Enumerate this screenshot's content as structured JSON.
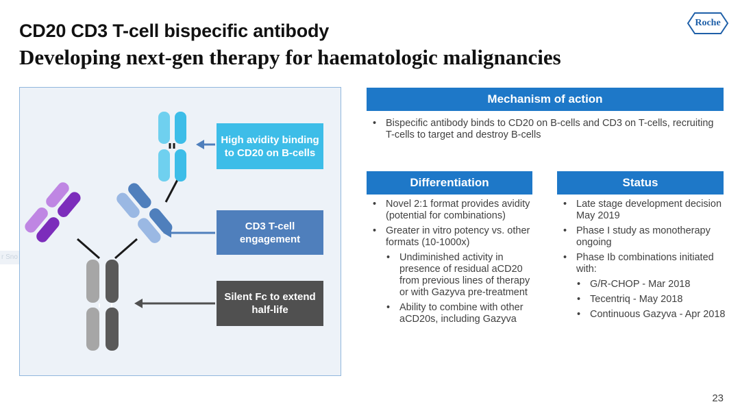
{
  "slide": {
    "title": "CD20 CD3 T-cell bispecific antibody",
    "subtitle": "Developing next-gen therapy for haematologic malignancies",
    "logo_text": "Roche",
    "page_number": "23"
  },
  "diagram": {
    "callouts": [
      {
        "text": "High avidity binding to CD20 on B-cells",
        "color": "#3dbde8"
      },
      {
        "text": "CD3 T-cell engagement",
        "color": "#4f7fbc"
      },
      {
        "text": "Silent Fc to extend half-life",
        "color": "#505050"
      }
    ],
    "ghost_text": "r Sno"
  },
  "mechanism": {
    "header": "Mechanism of action",
    "bullets": [
      "Bispecific antibody binds to CD20 on B-cells and CD3 on T-cells, recruiting T-cells to target and destroy B-cells"
    ]
  },
  "differentiation": {
    "header": "Differentiation",
    "bullets": [
      "Novel 2:1 format provides avidity (potential for combinations)",
      "Greater in vitro potency vs. other formats (10-1000x)",
      "Undiminished activity in presence of residual aCD20 from previous lines of therapy or with Gazyva pre-treatment",
      "Ability to combine with other aCD20s, including Gazyva"
    ]
  },
  "status": {
    "header": "Status",
    "bullets": [
      "Late stage development decision May 2019",
      "Phase I study as monotherapy ongoing",
      "Phase Ib combinations initiated with:",
      "G/R-CHOP - Mar 2018",
      "Tecentriq - May 2018",
      "Continuous Gazyva - Apr 2018"
    ]
  },
  "colors": {
    "header_blue": "#1e78c8",
    "brand_blue": "#1e5fa8"
  }
}
